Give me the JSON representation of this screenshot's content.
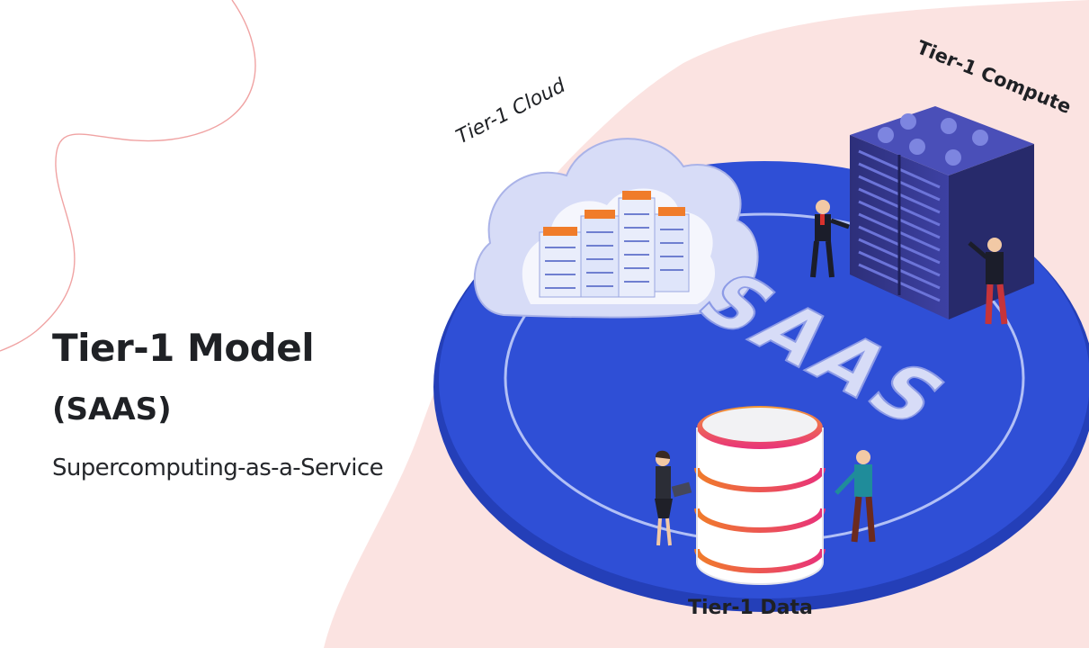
{
  "heading": {
    "title": "Tier-1 Model",
    "subtitle": "(SAAS)",
    "tagline": "Supercomputing-as-a-Service"
  },
  "diagram": {
    "center_label": "SAAS",
    "nodes": [
      {
        "id": "cloud",
        "label": "Tier-1 Cloud"
      },
      {
        "id": "compute",
        "label": "Tier-1 Compute"
      },
      {
        "id": "data",
        "label": "Tier-1 Data"
      }
    ]
  },
  "colors": {
    "platform": "#2f4fd6",
    "platform_shade": "#243fb8",
    "blob": "#fbe3e1",
    "accent_orange": "#f07c2a",
    "accent_pink": "#e8327a",
    "server": "#3b3f9a",
    "cloud": "#d7dcf7"
  }
}
